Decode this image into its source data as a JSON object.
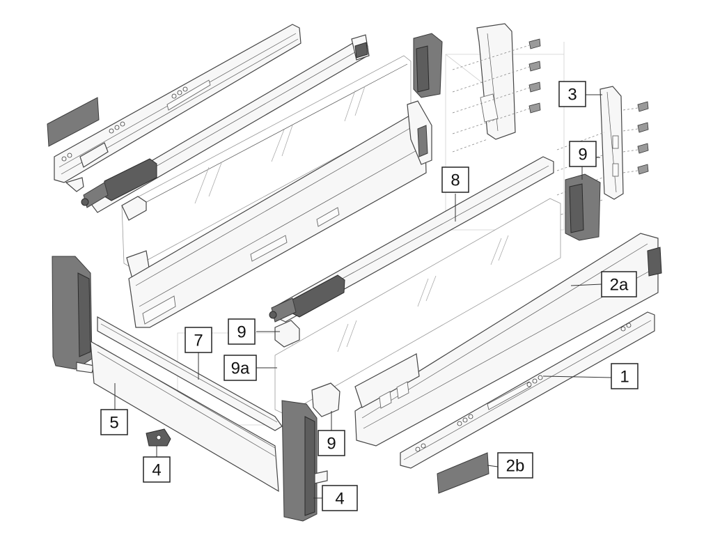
{
  "callouts": {
    "c1": "1",
    "c2a": "2a",
    "c2b": "2b",
    "c3": "3",
    "c4_clip": "4",
    "c4_end": "4",
    "c5": "5",
    "c7": "7",
    "c8": "8",
    "c9_top": "9",
    "c9_mid": "9",
    "c9_bottom": "9",
    "c9a": "9a"
  },
  "colors": {
    "part_fill": "#f7f7f7",
    "dark_part": "#7a7a7a",
    "darker_part": "#5d5d5d",
    "line": "#444444"
  }
}
